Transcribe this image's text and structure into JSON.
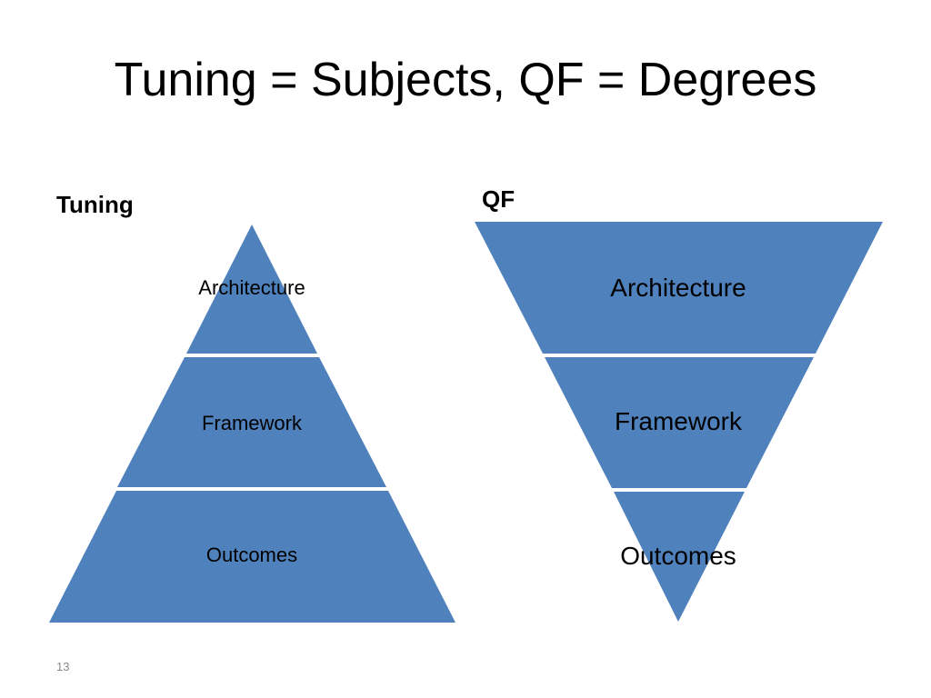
{
  "slide": {
    "title": "Tuning = Subjects, QF = Degrees",
    "page_number": "13"
  },
  "left_diagram": {
    "heading": "Tuning",
    "levels": [
      "Architecture",
      "Framework",
      "Outcomes"
    ]
  },
  "right_diagram": {
    "heading": "QF",
    "levels": [
      "Architecture",
      "Framework",
      "Outcomes"
    ]
  },
  "colors": {
    "fill": "#4F81BD",
    "separator": "#FFFFFF"
  }
}
